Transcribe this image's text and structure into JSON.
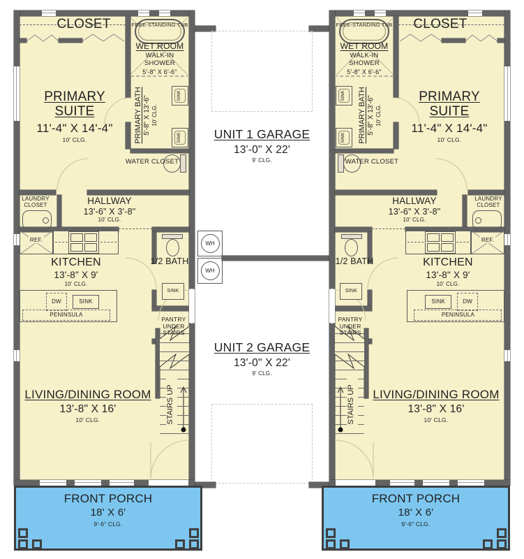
{
  "plan": {
    "colors": {
      "room_fill": "#f7f1ca",
      "porch_fill": "#7cc6ef",
      "wall": "#636363",
      "garage_dash": "#c4c4c4"
    }
  },
  "unit": {
    "closet": {
      "name": "CLOSET"
    },
    "primary_suite": {
      "name": "PRIMARY SUITE",
      "size": "11'-4\" X 14'-4\"",
      "clg": "10' CLG."
    },
    "wet_room": {
      "tub": "FREE-STANDING TUB",
      "name": "WET ROOM",
      "shower": "WALK-IN SHOWER",
      "size": "5'-8\" X 6'-6\""
    },
    "primary_bath": {
      "name": "PRIMARY BATH",
      "size": "5'-8\" X 13'-6\"",
      "clg": "10' CLG."
    },
    "water_closet": {
      "name": "WATER CLOSET"
    },
    "hallway": {
      "name": "HALLWAY",
      "size": "13'-6\" X 3'-8\"",
      "clg": "10' CLG."
    },
    "laundry": {
      "name": "LAUNDRY CLOSET"
    },
    "kitchen": {
      "name": "KITCHEN",
      "size": "13'-8\" X 9'",
      "clg": "10' CLG.",
      "ref": "REF.",
      "dw": "DW",
      "sink": "SINK",
      "peninsula": "PENINSULA"
    },
    "half_bath": {
      "name": "1/2 BATH",
      "sink": "SINK"
    },
    "bath_sink": "SINK",
    "pantry": {
      "name": "PANTRY UNDER STAIRS"
    },
    "stairs": {
      "label": "STAIRS UP"
    },
    "living": {
      "name": "LIVING/DINING ROOM",
      "size": "13'-8\" X 16'",
      "clg": "10' CLG."
    }
  },
  "porch": {
    "name": "FRONT PORCH",
    "size": "18' X 6'",
    "clg": "9'-6\" CLG."
  },
  "center": {
    "garage1": {
      "name": "UNIT 1 GARAGE",
      "size": "13'-0\" X 22'",
      "clg": "9' CLG."
    },
    "garage2": {
      "name": "UNIT 2 GARAGE",
      "size": "13'-0\" X 22'",
      "clg": "9' CLG."
    },
    "wh": "WH"
  }
}
